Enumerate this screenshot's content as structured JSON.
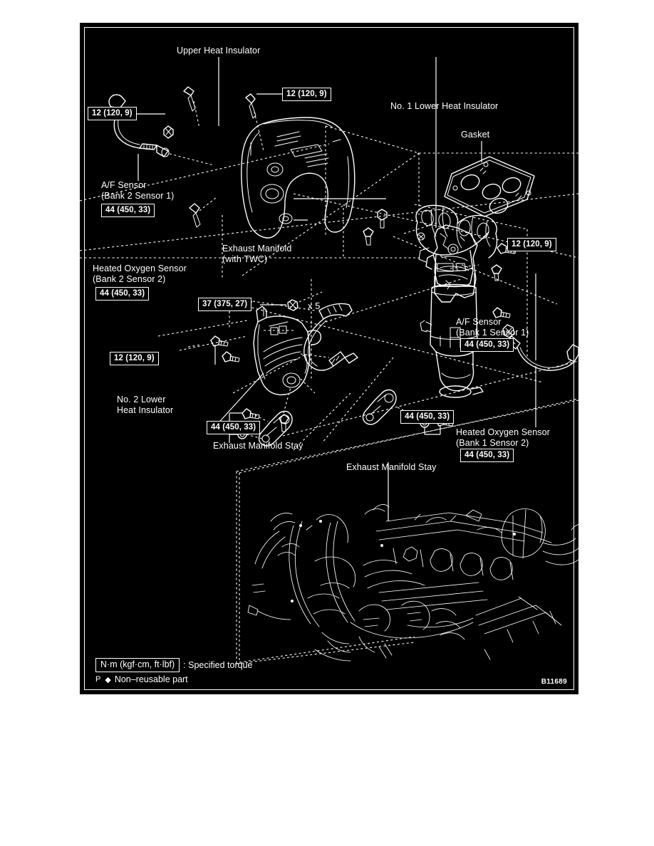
{
  "figure": {
    "code": "B11689",
    "background_color": "#000000",
    "line_color": "#ffffff",
    "page_background": "#ffffff"
  },
  "labels": {
    "upper_heat_insulator": "Upper Heat Insulator",
    "no1_lower_heat_insulator": "No. 1 Lower Heat Insulator",
    "gasket": "Gasket",
    "af_sensor_b2s1_line1": "A/F Sensor",
    "af_sensor_b2s1_line2": "(Bank 2 Sensor 1)",
    "af_sensor_b1s1_line1": "A/F Sensor",
    "af_sensor_b1s1_line2": "(Bank 1 Sensor 1)",
    "heated_oxygen_b2s2_line1": "Heated Oxygen Sensor",
    "heated_oxygen_b2s2_line2": "(Bank 2 Sensor 2)",
    "heated_oxygen_b1s2_line1": "Heated Oxygen Sensor",
    "heated_oxygen_b1s2_line2": "(Bank 1 Sensor 2)",
    "exhaust_manifold_line1": "Exhaust Manifold",
    "exhaust_manifold_line2": "(with TWC)",
    "no2_lower_heat_insulator_line1": "No. 2 Lower",
    "no2_lower_heat_insulator_line2": "Heat Insulator",
    "exhaust_manifold_stay_left": "Exhaust Manifold Stay",
    "exhaust_manifold_stay_center": "Exhaust Manifold Stay"
  },
  "torque_values": {
    "upper_insulator_left": "12 (120, 9)",
    "upper_insulator_right": "12 (120, 9)",
    "af_sensor_b2s1": "44 (450, 33)",
    "heated_oxygen_b2s2": "44 (450, 33)",
    "no2_lower_insulator": "12 (120, 9)",
    "manifold_nut": "37 (375, 27)",
    "manifold_nut_multiplier": "x 5",
    "no1_lower_insulator": "12 (120, 9)",
    "af_sensor_b1s1": "44 (450, 33)",
    "stay_left": "44 (450, 33)",
    "stay_right": "44 (450, 33)",
    "heated_oxygen_b1s2": "44 (450, 33)"
  },
  "legend": {
    "unit_box": "N·m (kgf·cm, ft·lbf)",
    "unit_description": ": Specified torque",
    "nonreusable_prefix": "P",
    "nonreusable_symbol": "◆",
    "nonreusable_text": "Non–reusable part"
  }
}
